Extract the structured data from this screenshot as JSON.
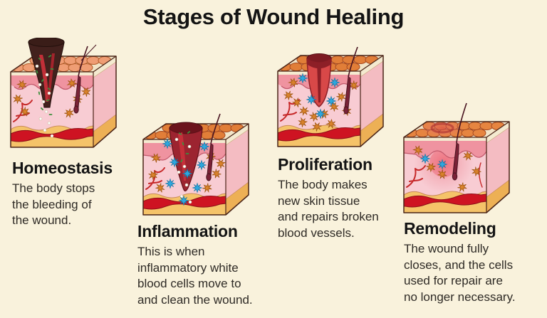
{
  "title": "Stages of Wound Healing",
  "stages": [
    {
      "id": "homeostasis",
      "name": "Homeostasis",
      "description": "The body stops\nthe bleeding of\nthe wound.",
      "illustration": "skin-cross-section-bleeding-wound"
    },
    {
      "id": "inflammation",
      "name": "Inflammation",
      "description": "This is when\ninflammatory white\nblood cells move to\nand clean the wound.",
      "illustration": "skin-cross-section-clot-white-blood-cells"
    },
    {
      "id": "proliferation",
      "name": "Proliferation",
      "description": "The body makes\nnew skin tissue\nand repairs broken\nblood vessels.",
      "illustration": "skin-cross-section-closing-wound-new-tissue"
    },
    {
      "id": "remodeling",
      "name": "Remodeling",
      "description": "The wound fully\ncloses, and the cells\nused for repair are\nno longer necessary.",
      "illustration": "skin-cross-section-healed-scar"
    }
  ],
  "colors": {
    "background": "#f9f2dc",
    "title_text": "#141414",
    "body_text": "#2e2a25",
    "dermis_pink": "#f8ccd3",
    "epidermis_pink": "#ef93a0",
    "surface_tile_orange": "#e17e38",
    "surface_tile_salmon": "#ef9d74",
    "fat_yellow": "#f5c369",
    "blood_vessel_red": "#ce1322",
    "wound_dark_brown": "#42211d",
    "wound_red": "#9c2430",
    "bacteria_green": "#3c8f3c",
    "white_blood_cell_blue": "#2ea7de",
    "repair_cell_orange": "#d9822b"
  }
}
